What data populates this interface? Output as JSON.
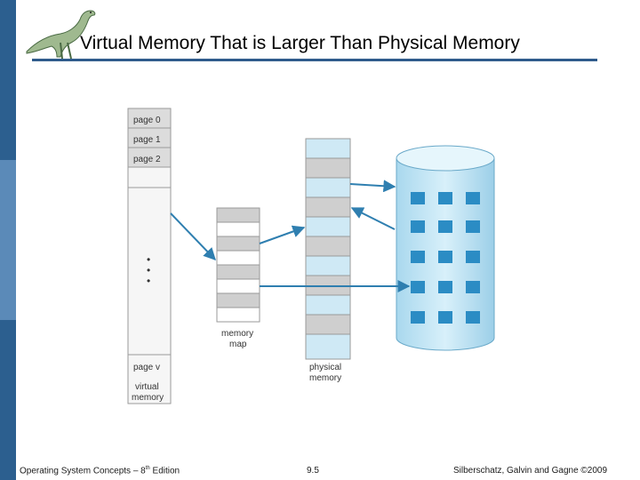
{
  "slide": {
    "title": "Virtual Memory That is Larger Than Physical Memory",
    "accent_color": "#2f5b8c"
  },
  "diagram": {
    "virtual_memory": {
      "pages": [
        "page 0",
        "page 1",
        "page 2"
      ],
      "ellipsis": "•\n•\n•",
      "last_page": "page v",
      "label_line1": "virtual",
      "label_line2": "memory"
    },
    "memory_map": {
      "label_line1": "memory",
      "label_line2": "map"
    },
    "physical_memory": {
      "label_line1": "physical",
      "label_line2": "memory"
    },
    "disk": {
      "icon": "disk-cylinder-icon"
    }
  },
  "footer": {
    "left_prefix": "Operating System Concepts – 8",
    "left_sup": "th",
    "left_suffix": " Edition",
    "center": "9.5",
    "right": "Silberschatz, Galvin and Gagne ©2009"
  }
}
